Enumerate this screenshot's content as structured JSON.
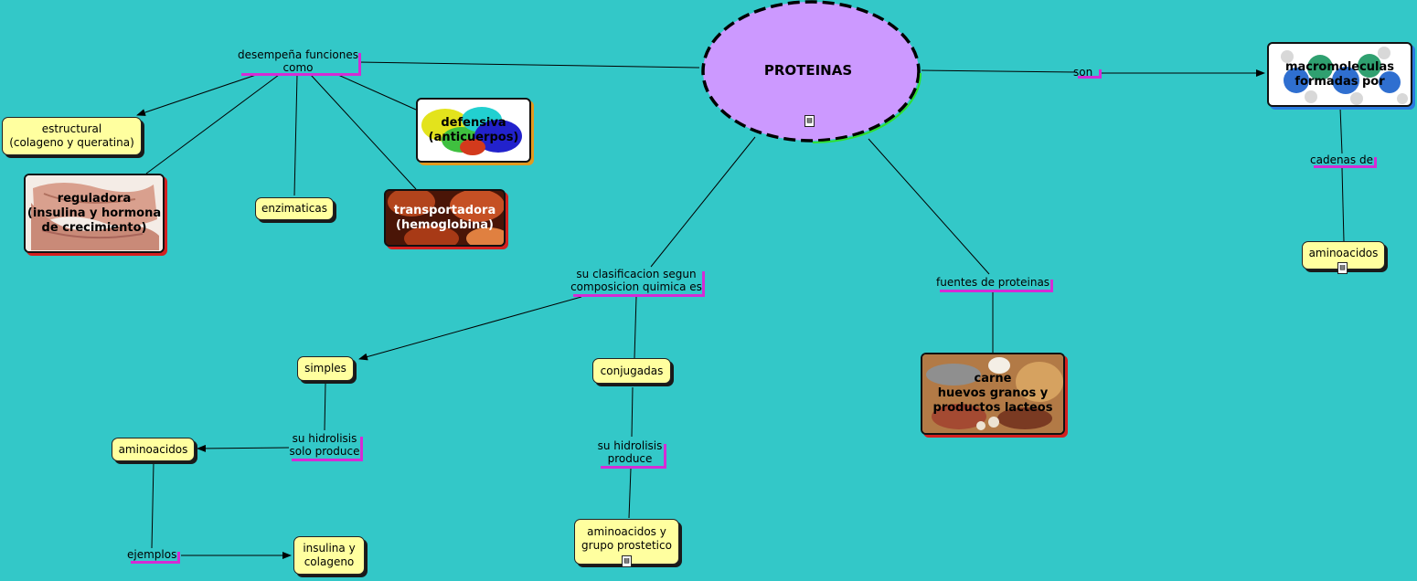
{
  "colors": {
    "background": "#33c8c8",
    "concept_fill": "#ffff9f",
    "center_fill": "#cc99ff",
    "link_marker": "#d52bd5"
  },
  "icons": {
    "note": "document-note-icon"
  },
  "center": {
    "label": "PROTEINAS"
  },
  "concepts": {
    "estructural": "estructural\n(colageno y queratina)",
    "reguladora": "reguladora\n(insulina y hormona\nde crecimiento)",
    "enzimaticas": "enzimaticas",
    "defensiva": "defensiva\n(anticuerpos)",
    "transportadora": "transportadora\n(hemoglobina)",
    "macromoleculas": "macromoleculas\nformadas por",
    "aminoacidos_right": "aminoacidos",
    "carne": "carne\nhuevos granos y\nproductos lacteos",
    "simples": "simples",
    "conjugadas": "conjugadas",
    "aminoacidos_left": "aminoacidos",
    "insulina": "insulina y\ncolageno",
    "aminoacidos_grupo": "aminoacidos y\ngrupo prostetico"
  },
  "phrases": {
    "desempena": "desempeña funciones\ncomo",
    "son": "son",
    "cadenas": "cadenas de",
    "clasificacion": "su clasificacion segun\ncomposicion quimica es",
    "fuentes": "fuentes de proteinas",
    "hidrolisis_solo": "su hidrolisis\nsolo produce",
    "hidrolisis": "su hidrolisis\nproduce",
    "ejemplos": "ejemplos"
  }
}
